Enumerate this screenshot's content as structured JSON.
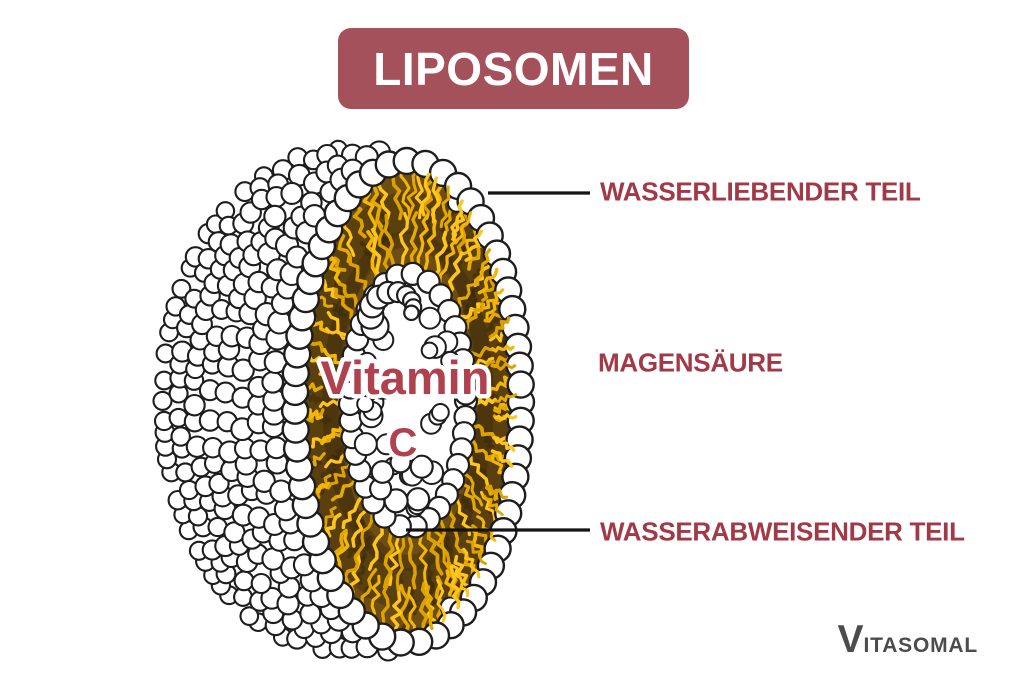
{
  "title": {
    "label": "LIPOSOMEN"
  },
  "diagram": {
    "center_label": {
      "line1": "Vitamin",
      "line2": "C"
    },
    "labels": [
      {
        "text": "WASSERLIEBENDER TEIL"
      },
      {
        "text": "MAGENSÄURE"
      },
      {
        "text": "WASSERABWEISENDER TEIL"
      }
    ]
  },
  "logo": {
    "initial": "V",
    "rest": "ITASOMAL"
  },
  "colors": {
    "banner_bg": "#a5515b",
    "banner_text": "#ffffff",
    "label_text": "#a23947",
    "vitamin_text": "#b0414f",
    "connector_line": "#141414",
    "circle_fill": "#ffffff",
    "circle_outline": "#1d1d1d",
    "tail_yellow_1": "#f4b705",
    "tail_yellow_2": "#e6a900",
    "tail_yellow_3": "#ffc51c",
    "tail_yellow_4": "#dda200",
    "membrane_brown": "#6e4d13",
    "membrane_brown_dark": "#4a340c",
    "membrane_brown_deep": "#3a2a09",
    "logo_gray": "#4c4c4c"
  }
}
